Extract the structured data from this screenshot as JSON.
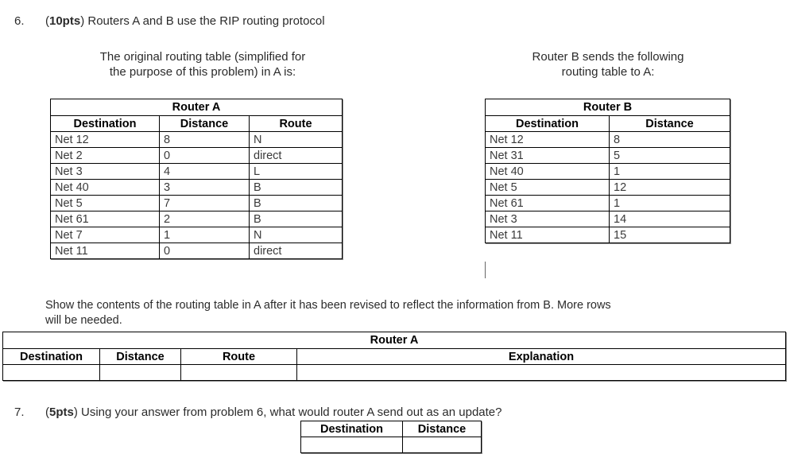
{
  "problem6": {
    "number": "6.",
    "points": "10pts",
    "prefix": "(",
    "mid": ") ",
    "statement": "Routers A and B use the RIP routing protocol",
    "left_caption_line1": "The original routing table (simplified for",
    "left_caption_line2": "the purpose of this problem) in A is:",
    "right_caption_line1": "Router B sends the following",
    "right_caption_line2": "routing table to A:",
    "instruction_line1": "Show the contents of the routing table in A after it has been revised to reflect the information from B. More rows",
    "instruction_line2": "will be needed."
  },
  "router_a_table": {
    "title": "Router A",
    "columns": [
      "Destination",
      "Distance",
      "Route"
    ],
    "rows": [
      [
        "Net 12",
        "8",
        "N"
      ],
      [
        "Net 2",
        "0",
        "direct"
      ],
      [
        "Net 3",
        "4",
        "L"
      ],
      [
        "Net 40",
        "3",
        "B"
      ],
      [
        "Net 5",
        "7",
        "B"
      ],
      [
        "Net 61",
        "2",
        "B"
      ],
      [
        "Net 7",
        "1",
        "N"
      ],
      [
        "Net 11",
        "0",
        "direct"
      ]
    ]
  },
  "router_b_table": {
    "title": "Router B",
    "columns": [
      "Destination",
      "Distance"
    ],
    "rows": [
      [
        "Net 12",
        "8"
      ],
      [
        "Net 31",
        "5"
      ],
      [
        "Net 40",
        "1"
      ],
      [
        "Net 5",
        "12"
      ],
      [
        "Net 61",
        "1"
      ],
      [
        "Net 3",
        "14"
      ],
      [
        "Net 11",
        "15"
      ]
    ]
  },
  "answer_table": {
    "title": "Router A",
    "columns": [
      "Destination",
      "Distance",
      "Route",
      "Explanation"
    ],
    "rows": [
      [
        "",
        "",
        "",
        ""
      ]
    ]
  },
  "problem7": {
    "number": "7.",
    "points": "5pts",
    "prefix": "(",
    "mid": ") ",
    "statement": "Using your answer from problem 6, what would router A send out as an update?"
  },
  "update_table": {
    "columns": [
      "Destination",
      "Distance"
    ],
    "rows": [
      [
        "",
        ""
      ]
    ]
  },
  "colors": {
    "text": "#2b2b2b",
    "table_text": "#3a3a3a",
    "border": "#000000",
    "page_background": "#ffffff"
  }
}
